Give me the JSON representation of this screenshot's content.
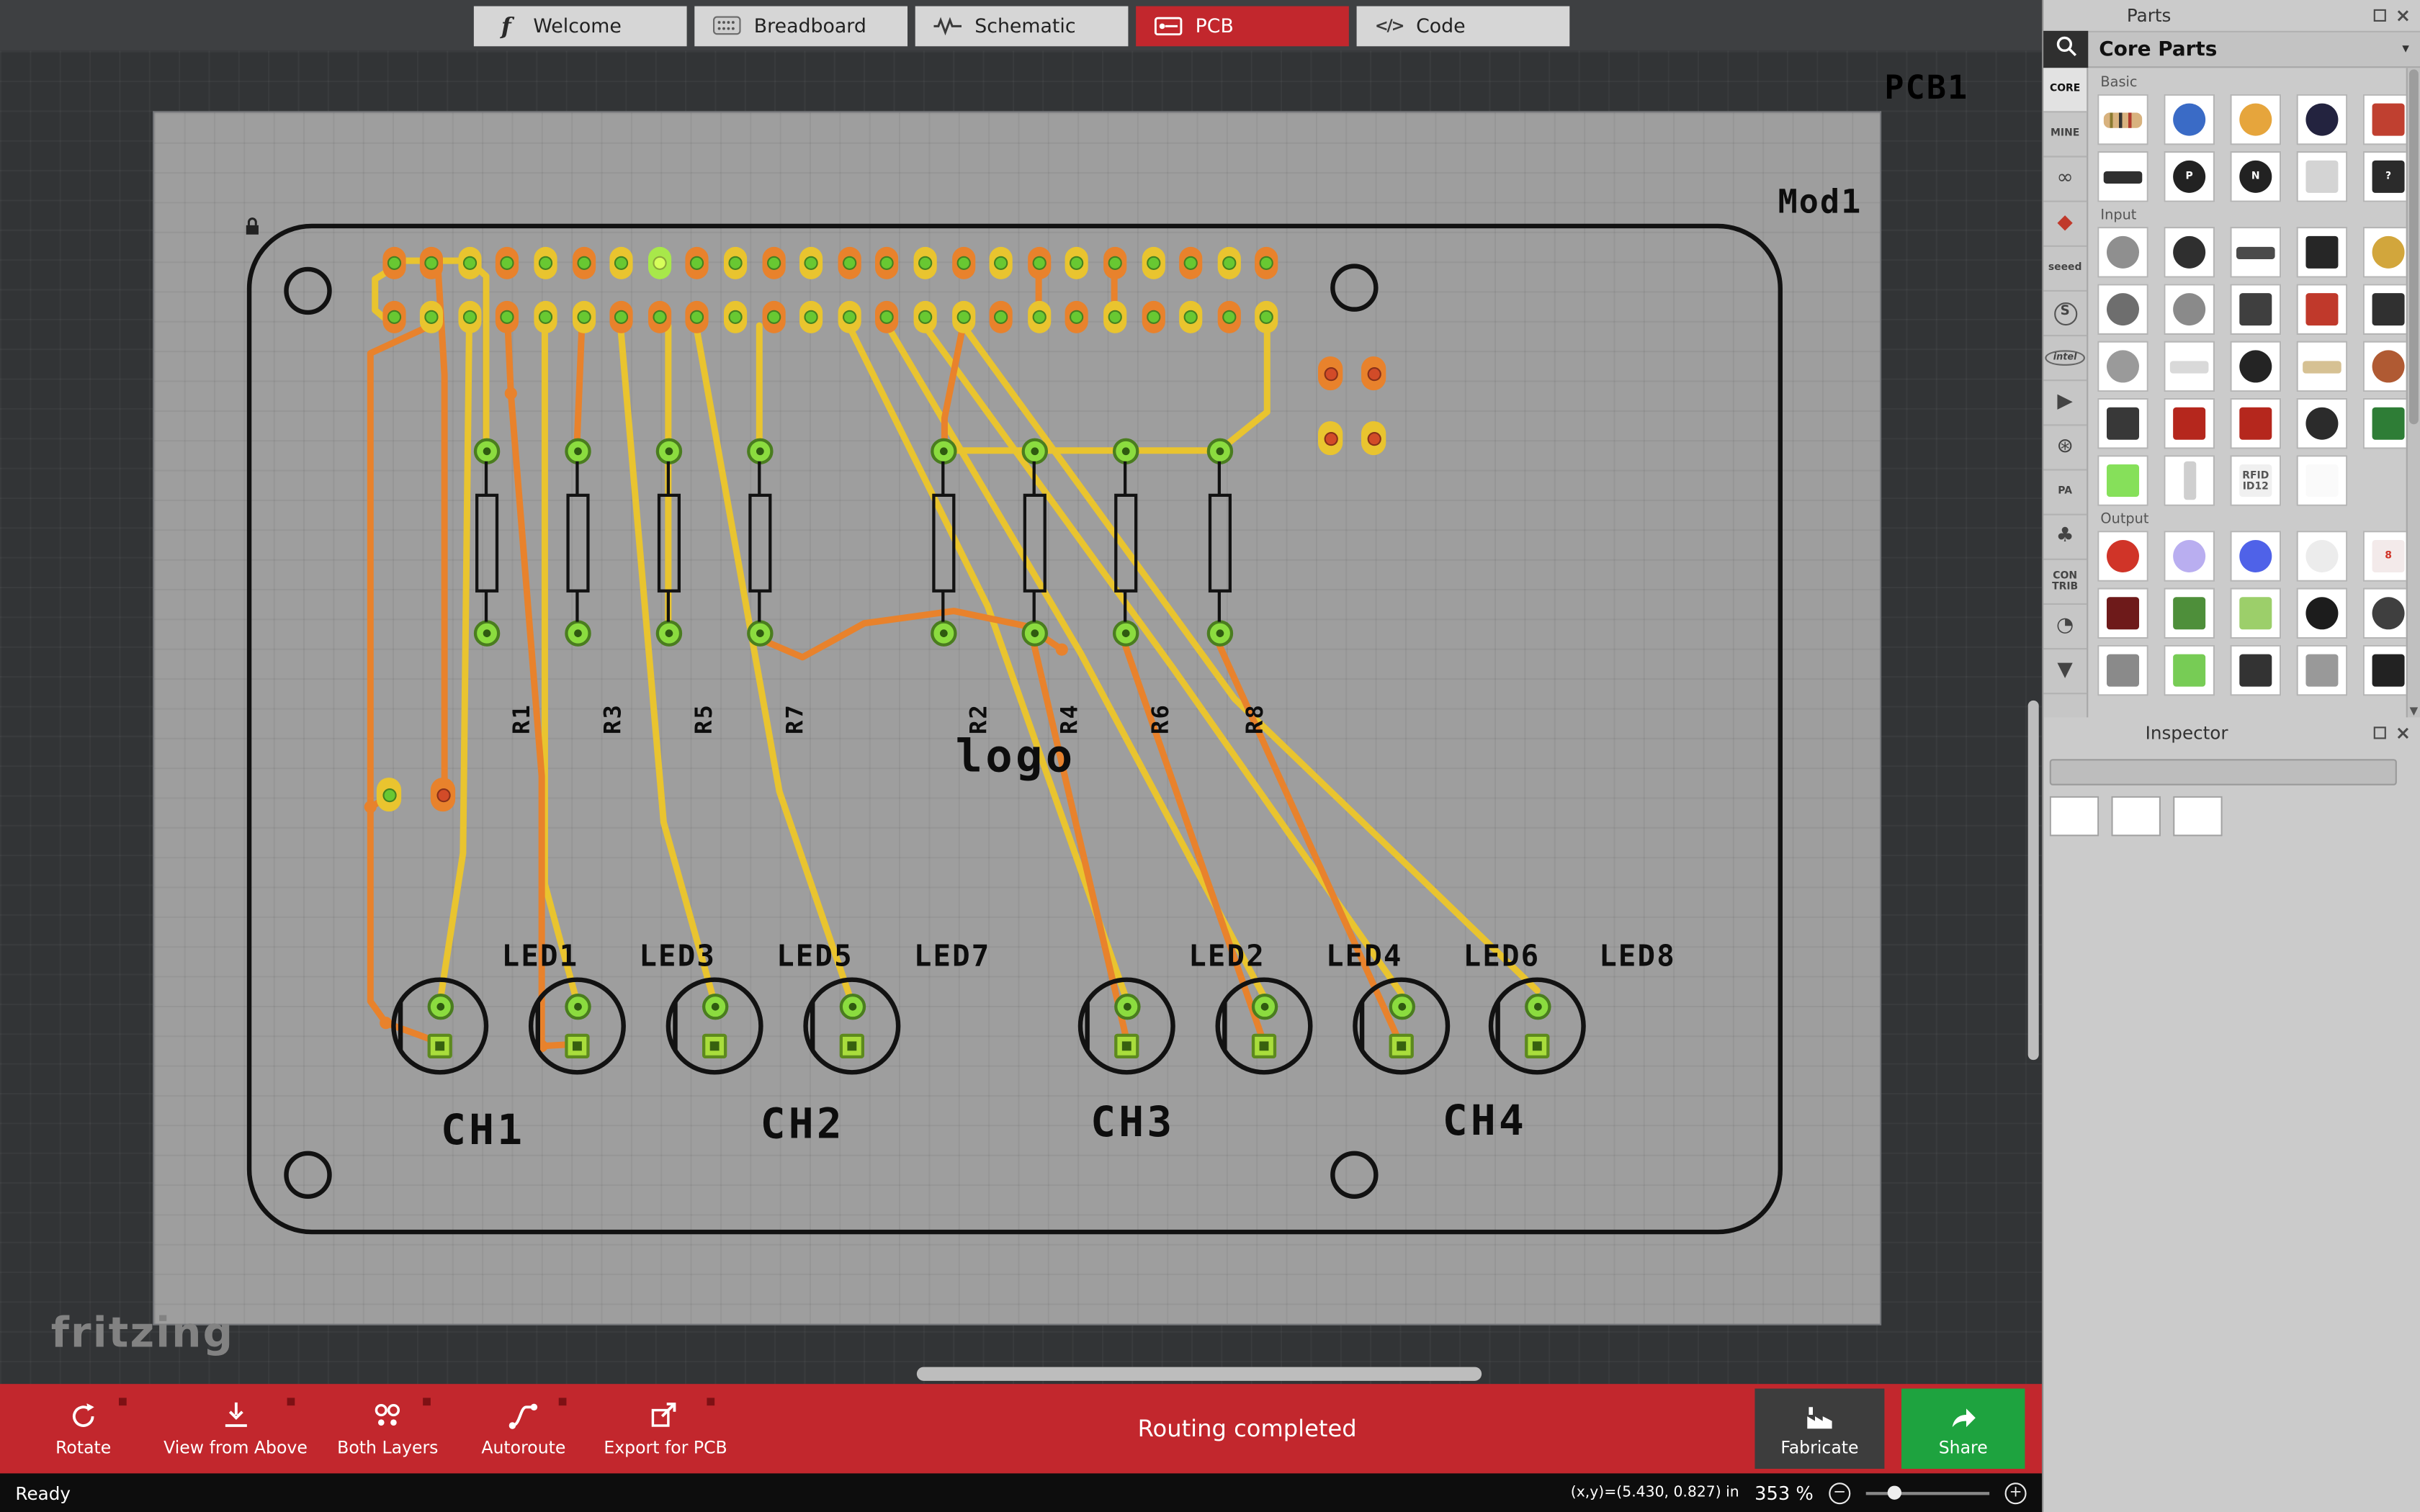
{
  "tabs": [
    {
      "label": "Welcome",
      "icon": "fritzing-f",
      "active": false
    },
    {
      "label": "Breadboard",
      "icon": "breadboard",
      "active": false
    },
    {
      "label": "Schematic",
      "icon": "schematic",
      "active": false
    },
    {
      "label": "PCB",
      "icon": "pcb",
      "active": true
    },
    {
      "label": "Code",
      "icon": "code",
      "active": false
    }
  ],
  "canvas": {
    "sheet_label": "PCB1",
    "module_label": "Mod1",
    "logo_text": "logo",
    "watermark": "fritzing",
    "resistor_labels": [
      "R1",
      "R3",
      "R5",
      "R7",
      "R2",
      "R4",
      "R6",
      "R8"
    ],
    "led_labels": [
      "LED1",
      "LED3",
      "LED5",
      "LED7",
      "LED2",
      "LED4",
      "LED6",
      "LED8"
    ],
    "channel_labels": [
      "CH1",
      "CH2",
      "CH3",
      "CH4"
    ],
    "header_pad_rings": [
      "ooyoyoygoyoyooyoyoyoyoyo",
      "oyyoyyoooyoyyoyyoyoyoyoy"
    ]
  },
  "parts_panel": {
    "title": "Parts",
    "bin_title": "Core Parts",
    "categories": [
      {
        "name": "core",
        "label": "CORE",
        "active": true
      },
      {
        "name": "mine",
        "label": "MINE"
      },
      {
        "name": "arduino",
        "glyph": "∞"
      },
      {
        "name": "sparkfun",
        "glyph": "◆",
        "glyph_color": "#c0392b"
      },
      {
        "name": "seeed",
        "label": "seeed"
      },
      {
        "name": "snootlab",
        "glyph": "S",
        "circled": true
      },
      {
        "name": "intel",
        "label": "intel",
        "oval": true
      },
      {
        "name": "picaxe",
        "glyph": "▶"
      },
      {
        "name": "propeller",
        "glyph": "⊛"
      },
      {
        "name": "parallax",
        "label": "PA"
      },
      {
        "name": "iduino",
        "glyph": "♣"
      },
      {
        "name": "contrib",
        "label": "CON TRIB"
      },
      {
        "name": "velleman",
        "glyph": "◔"
      },
      {
        "name": "scroll-more",
        "glyph": "▼"
      }
    ],
    "sections": [
      {
        "label": "Basic",
        "parts": [
          {
            "name": "resistor",
            "color": "#d8b27e",
            "shape": "resistor"
          },
          {
            "name": "capacitor-ceramic",
            "color": "#3a6bc6",
            "shape": "circle"
          },
          {
            "name": "capacitor-tantalum",
            "color": "#e6a53c",
            "shape": "circle"
          },
          {
            "name": "capacitor-electrolytic",
            "color": "#23233f",
            "shape": "circle"
          },
          {
            "name": "inductor",
            "color": "#c04030",
            "shape": "rect"
          },
          {
            "name": "diode",
            "color": "#2f2f2f",
            "shape": "thin"
          },
          {
            "name": "transistor-pnp",
            "color": "#222222",
            "shape": "circle",
            "glyph": "P",
            "glyph_color": "#ffffff"
          },
          {
            "name": "transistor-npn",
            "color": "#222222",
            "shape": "circle",
            "glyph": "N",
            "glyph_color": "#ffffff"
          },
          {
            "name": "crystal",
            "color": "#d4d4d4",
            "shape": "rect"
          },
          {
            "name": "mystery-part",
            "color": "#2b2b2b",
            "shape": "rect",
            "glyph": "?",
            "glyph_color": "#ffffff"
          }
        ]
      },
      {
        "label": "Input",
        "parts": [
          {
            "name": "rotary-potentiometer",
            "color": "#8f8f8f",
            "shape": "circle"
          },
          {
            "name": "joystick",
            "color": "#2f2f2f",
            "shape": "circle"
          },
          {
            "name": "slide-potentiometer",
            "color": "#4a4a4a",
            "shape": "thin"
          },
          {
            "name": "dip-switch",
            "color": "#262626",
            "shape": "rect"
          },
          {
            "name": "trimmer-potentiometer",
            "color": "#d2a63c",
            "shape": "circle"
          },
          {
            "name": "rotary-encoder",
            "color": "#6e6e6e",
            "shape": "circle"
          },
          {
            "name": "rotary-switch",
            "color": "#8a8a8a",
            "shape": "circle"
          },
          {
            "name": "tactile-switch",
            "color": "#3f3f3f",
            "shape": "rect"
          },
          {
            "name": "pushbutton",
            "color": "#c0392b",
            "shape": "rect"
          },
          {
            "name": "smd-transistor",
            "color": "#303030",
            "shape": "rect"
          },
          {
            "name": "dc-motor",
            "color": "#9a9a9a",
            "shape": "circle"
          },
          {
            "name": "reed-switch",
            "color": "#d9d9d9",
            "shape": "thin"
          },
          {
            "name": "electret-microphone",
            "color": "#242424",
            "shape": "circle"
          },
          {
            "name": "flex-sensor",
            "color": "#d6c193",
            "shape": "thin"
          },
          {
            "name": "photoresistor",
            "color": "#b05a33",
            "shape": "circle"
          },
          {
            "name": "barrel-jack",
            "color": "#383838",
            "shape": "rect"
          },
          {
            "name": "sparkfun-breakout",
            "color": "#b5271d",
            "shape": "rect"
          },
          {
            "name": "sparkfun-sensor-board",
            "color": "#b5271d",
            "shape": "rect"
          },
          {
            "name": "phototransistor",
            "color": "#2b2b2b",
            "shape": "circle"
          },
          {
            "name": "lilypad-board",
            "color": "#2e7d36",
            "shape": "rect"
          },
          {
            "name": "led-bar-graph",
            "color": "#86e05a",
            "shape": "rect"
          },
          {
            "name": "glass-fuse",
            "color": "#cfcfcf",
            "shape": "thin-v"
          },
          {
            "name": "rfid-id12",
            "color": "#f0f0f0",
            "shape": "rect",
            "glyph": "RFID ID12",
            "glyph_color": "#555555"
          },
          {
            "name": "blank-module",
            "color": "#fafafa",
            "shape": "rect"
          }
        ]
      },
      {
        "label": "Output",
        "parts": [
          {
            "name": "led-red",
            "color": "#d03428",
            "shape": "circle"
          },
          {
            "name": "led-purple",
            "color": "#b9aef0",
            "shape": "circle"
          },
          {
            "name": "led-blue",
            "color": "#4f62e8",
            "shape": "circle"
          },
          {
            "name": "rgb-led",
            "color": "#ececec",
            "shape": "circle"
          },
          {
            "name": "seven-segment-display",
            "color": "#f3eaea",
            "shape": "rect",
            "glyph": "8",
            "glyph_color": "#d03428"
          },
          {
            "name": "led-matrix",
            "color": "#6e1a1a",
            "shape": "rect"
          },
          {
            "name": "lcd-16x2",
            "color": "#4e8f3a",
            "shape": "rect"
          },
          {
            "name": "lcd-screen",
            "color": "#9ccf6a",
            "shape": "rect"
          },
          {
            "name": "piezo-buzzer",
            "color": "#1c1c1c",
            "shape": "circle"
          },
          {
            "name": "vibration-motor",
            "color": "#3f3f3f",
            "shape": "circle"
          },
          {
            "name": "stepper-motor",
            "color": "#8a8a8a",
            "shape": "rect"
          },
          {
            "name": "led-strip",
            "color": "#77cc55",
            "shape": "rect"
          },
          {
            "name": "servo",
            "color": "#333333",
            "shape": "rect"
          },
          {
            "name": "solenoid",
            "color": "#999999",
            "shape": "rect"
          },
          {
            "name": "relay",
            "color": "#222222",
            "shape": "rect"
          }
        ]
      }
    ]
  },
  "inspector": {
    "title": "Inspector"
  },
  "toolbar": {
    "buttons": [
      {
        "label": "Rotate",
        "icon": "rotate"
      },
      {
        "label": "View from Above",
        "icon": "view-above"
      },
      {
        "label": "Both Layers",
        "icon": "layers"
      },
      {
        "label": "Autoroute",
        "icon": "autoroute"
      },
      {
        "label": "Export for PCB",
        "icon": "export"
      }
    ],
    "status_message": "Routing completed",
    "fabricate_label": "Fabricate",
    "share_label": "Share"
  },
  "statusbar": {
    "ready_label": "Ready",
    "coordinates": "(x,y)=(5.430, 0.827) in",
    "zoom_level": "353 %"
  },
  "colors": {
    "toolbar_red": "#c2272d",
    "share_green": "#1ea33f",
    "trace_orange": "#e8822c",
    "trace_yellow": "#e9c42f",
    "pad_green": "#8bdc3f",
    "board_gray": "#9e9e9e"
  }
}
